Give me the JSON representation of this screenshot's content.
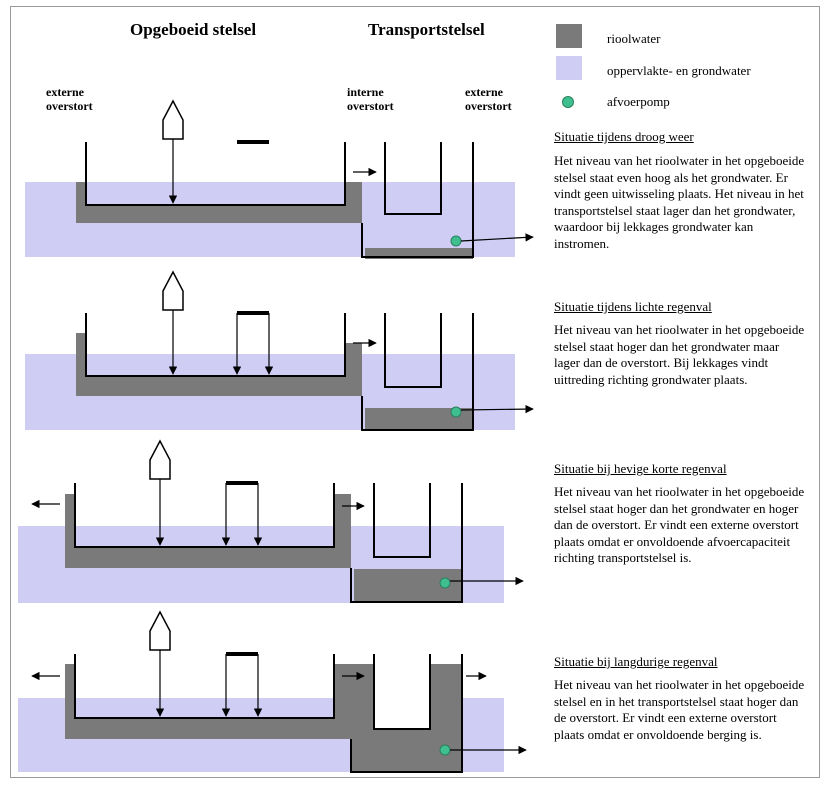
{
  "headers": {
    "opgeboeid": "Opgeboeid stelsel",
    "transport": "Transportstelsel"
  },
  "overstort_labels": {
    "externe_left": "externe\noverstort",
    "interne": "interne\noverstort",
    "externe_right": "externe\noverstort"
  },
  "legend": {
    "rioolwater": {
      "label": "rioolwater",
      "color": "#7a7a7a"
    },
    "grondwater": {
      "label": "oppervlakte- en grondwater",
      "color": "#cfcdf4"
    },
    "pomp": {
      "label": "afvoerpomp",
      "color": "#3fbf8f"
    }
  },
  "situations": [
    {
      "title": "Situatie tijdens droog weer",
      "text": "Het niveau van het rioolwater in het opgeboeide stelsel staat even hoog als het grondwater. Er vindt geen uitwisseling plaats. Het niveau in het transportstelsel staat lager dan het grondwater, waardoor bij lekkages grondwater kan instromen."
    },
    {
      "title": "Situatie tijdens lichte regenval",
      "text": "Het niveau van het rioolwater in het opgeboeide stelsel staat hoger dan het grondwater maar lager dan de overstort. Bij lekkages vindt uittreding richting grondwater plaats."
    },
    {
      "title": "Situatie bij hevige korte regenval",
      "text": "Het niveau van het rioolwater in het opgeboeide stelsel staat hoger dan het grondwater en hoger dan de overstort. Er vindt een externe overstort plaats omdat er onvoldoende afvoercapaciteit richting transportstelsel is."
    },
    {
      "title": "Situatie bij langdurige regenval",
      "text": "Het niveau van het rioolwater in het opgeboeide stelsel en in het transportstelsel staat hoger dan de overstort. Er vindt een externe overstort plaats omdat er onvoldoende berging is."
    }
  ]
}
